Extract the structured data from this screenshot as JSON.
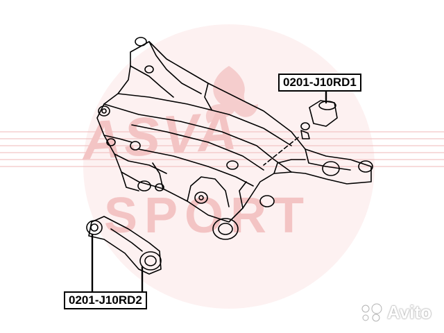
{
  "watermark": {
    "brand_top": "ASVA",
    "brand_bottom": "SPORT",
    "color": "#f3c4c4"
  },
  "parts": [
    {
      "part_number": "0201-J10RD1"
    },
    {
      "part_number": "0201-J10RD2"
    }
  ],
  "marketplace_logo": {
    "icon": "avito-dots-icon",
    "text": "Avito"
  },
  "colors": {
    "outline": "#000000",
    "background": "#ffffff",
    "watermark": "#f3c4c4"
  }
}
